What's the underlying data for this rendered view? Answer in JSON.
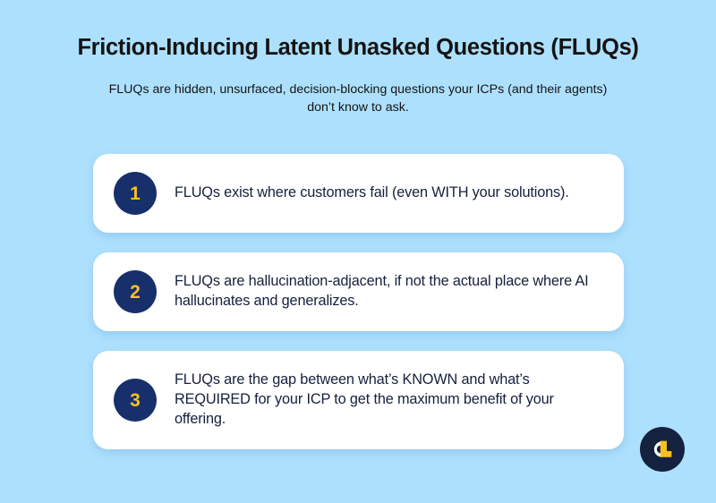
{
  "theme": {
    "background": "#ade0fd",
    "card_background": "#ffffff",
    "badge_navy": "#17306c",
    "badge_gold": "#f8c120",
    "heading_color": "#141414",
    "body_color": "#16203d",
    "logo_navy": "#14213f",
    "logo_gold": "#f8c120",
    "logo_white": "#ffffff"
  },
  "header": {
    "title": "Friction-Inducing Latent Unasked Questions (FLUQs)",
    "subtitle": "FLUQs are hidden, unsurfaced, decision-blocking questions your ICPs (and their agents) don’t know to ask."
  },
  "cards": [
    {
      "number": "1",
      "text": "FLUQs exist where customers fail (even WITH your solutions)."
    },
    {
      "number": "2",
      "text": "FLUQs are hallucination-adjacent, if not the actual place where AI hallucinates and generalizes."
    },
    {
      "number": "3",
      "text": "FLUQs are the gap between what’s KNOWN and what’s REQUIRED for your ICP to get the maximum benefit of your offering."
    }
  ],
  "logo": {
    "name": "cl-monogram-logo",
    "letters": "CL"
  }
}
